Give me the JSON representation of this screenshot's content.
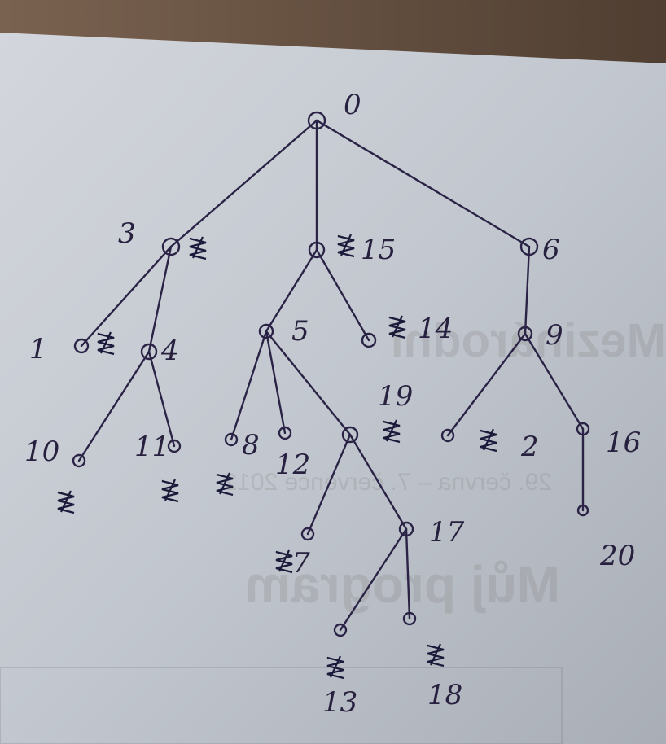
{
  "nodes": [
    {
      "id": "0",
      "label": "0"
    },
    {
      "id": "3",
      "label": "3"
    },
    {
      "id": "15",
      "label": "15"
    },
    {
      "id": "6",
      "label": "6"
    },
    {
      "id": "1",
      "label": "1"
    },
    {
      "id": "4",
      "label": "4"
    },
    {
      "id": "5",
      "label": "5"
    },
    {
      "id": "14",
      "label": "14"
    },
    {
      "id": "9",
      "label": "9"
    },
    {
      "id": "10",
      "label": "10"
    },
    {
      "id": "11",
      "label": "11"
    },
    {
      "id": "8",
      "label": "8"
    },
    {
      "id": "12",
      "label": "12"
    },
    {
      "id": "19",
      "label": "19"
    },
    {
      "id": "2",
      "label": "2"
    },
    {
      "id": "16",
      "label": "16"
    },
    {
      "id": "7",
      "label": "7"
    },
    {
      "id": "17",
      "label": "17"
    },
    {
      "id": "20",
      "label": "20"
    },
    {
      "id": "13",
      "label": "13"
    },
    {
      "id": "18",
      "label": "18"
    }
  ],
  "edges": [
    [
      "0",
      "3"
    ],
    [
      "0",
      "15"
    ],
    [
      "0",
      "6"
    ],
    [
      "3",
      "1"
    ],
    [
      "3",
      "4"
    ],
    [
      "4",
      "10"
    ],
    [
      "4",
      "11"
    ],
    [
      "15",
      "5"
    ],
    [
      "15",
      "14"
    ],
    [
      "5",
      "8"
    ],
    [
      "5",
      "12"
    ],
    [
      "5",
      "19"
    ],
    [
      "19",
      "7"
    ],
    [
      "19",
      "17"
    ],
    [
      "17",
      "13"
    ],
    [
      "17",
      "18"
    ],
    [
      "6",
      "9"
    ],
    [
      "9",
      "2"
    ],
    [
      "9",
      "16"
    ],
    [
      "16",
      "20"
    ]
  ],
  "background_print": {
    "heading": "Můj program",
    "dates": "29. června – 7. července 2012",
    "banner": "Mezinárodní"
  },
  "colors": {
    "paper": "#c9cdd4",
    "ink": "#2a2346",
    "desk": "#6b5646"
  }
}
